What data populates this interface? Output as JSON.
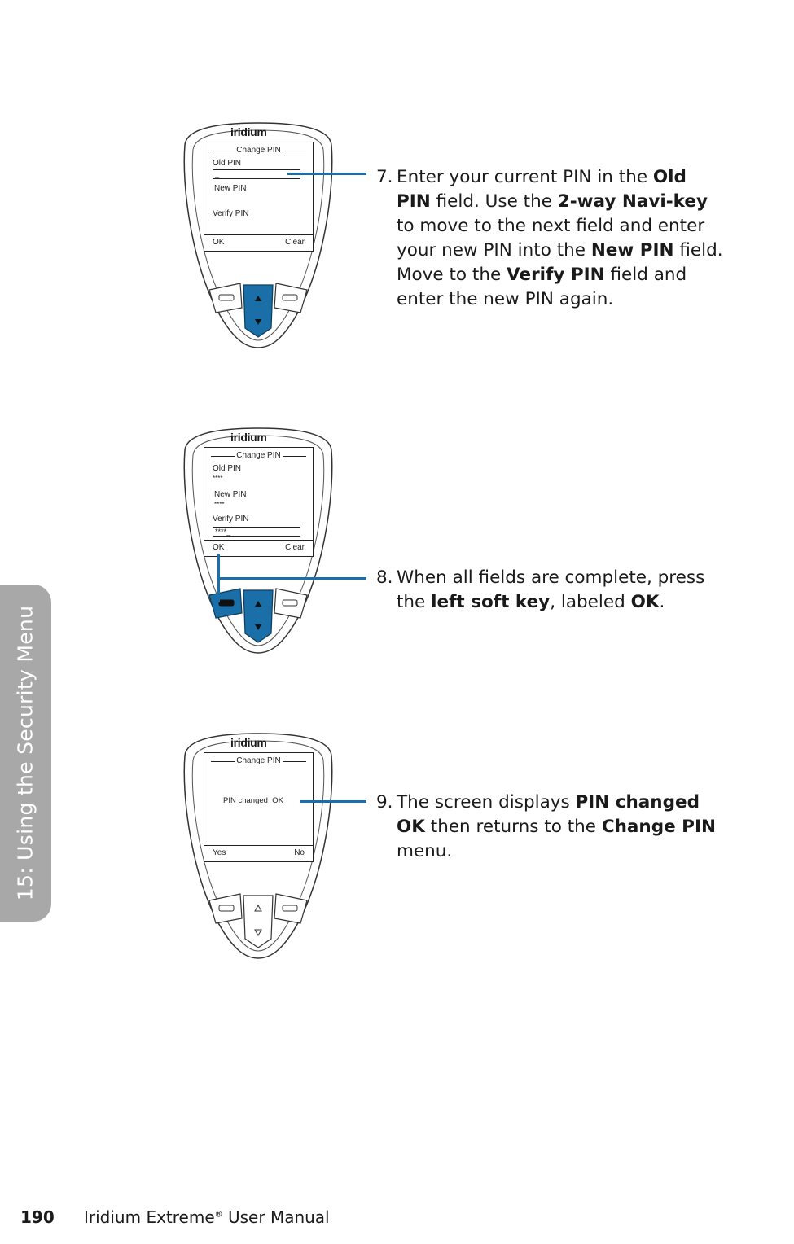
{
  "side_tab": "15: Using the Security Menu",
  "footer": {
    "page_number": "190",
    "manual_title": "Iridium Extreme",
    "manual_suffix": " User Manual",
    "registered": "®"
  },
  "phones": [
    {
      "brand": "iridium",
      "screen_title": "Change PIN",
      "old_pin_label": "Old PIN",
      "old_pin_value": "_",
      "new_pin_label": "New PIN",
      "verify_pin_label": "Verify PIN",
      "soft_left": "OK",
      "soft_right": "Clear"
    },
    {
      "brand": "iridium",
      "screen_title": "Change PIN",
      "old_pin_label": "Old PIN",
      "old_pin_value": "****",
      "new_pin_label": "New PIN",
      "new_pin_value": "****",
      "verify_pin_label": "Verify PIN",
      "verify_pin_value": "****_",
      "soft_left": "OK",
      "soft_right": "Clear"
    },
    {
      "brand": "iridium",
      "screen_title": "Change PIN",
      "message": "PIN changed  OK",
      "soft_left": "Yes",
      "soft_right": "No"
    }
  ],
  "steps": [
    {
      "num": "7.",
      "parts": [
        "Enter your current PIN in the ",
        "Old PIN",
        " field. Use the ",
        "2-way Navi-key",
        " to move to the next field and enter your new PIN into the ",
        "New PIN",
        " field. Move to the ",
        "Verify PIN",
        " field and enter the new PIN again."
      ]
    },
    {
      "num": "8.",
      "parts": [
        "When all fields are complete, press the ",
        "left soft key",
        ", labeled ",
        "OK",
        "."
      ]
    },
    {
      "num": "9.",
      "parts": [
        "The screen displays ",
        "PIN changed OK",
        " then returns to the ",
        "Change PIN",
        " menu."
      ]
    }
  ],
  "colors": {
    "accent": "#1a6fa8",
    "tab": "#a8a8a8"
  }
}
